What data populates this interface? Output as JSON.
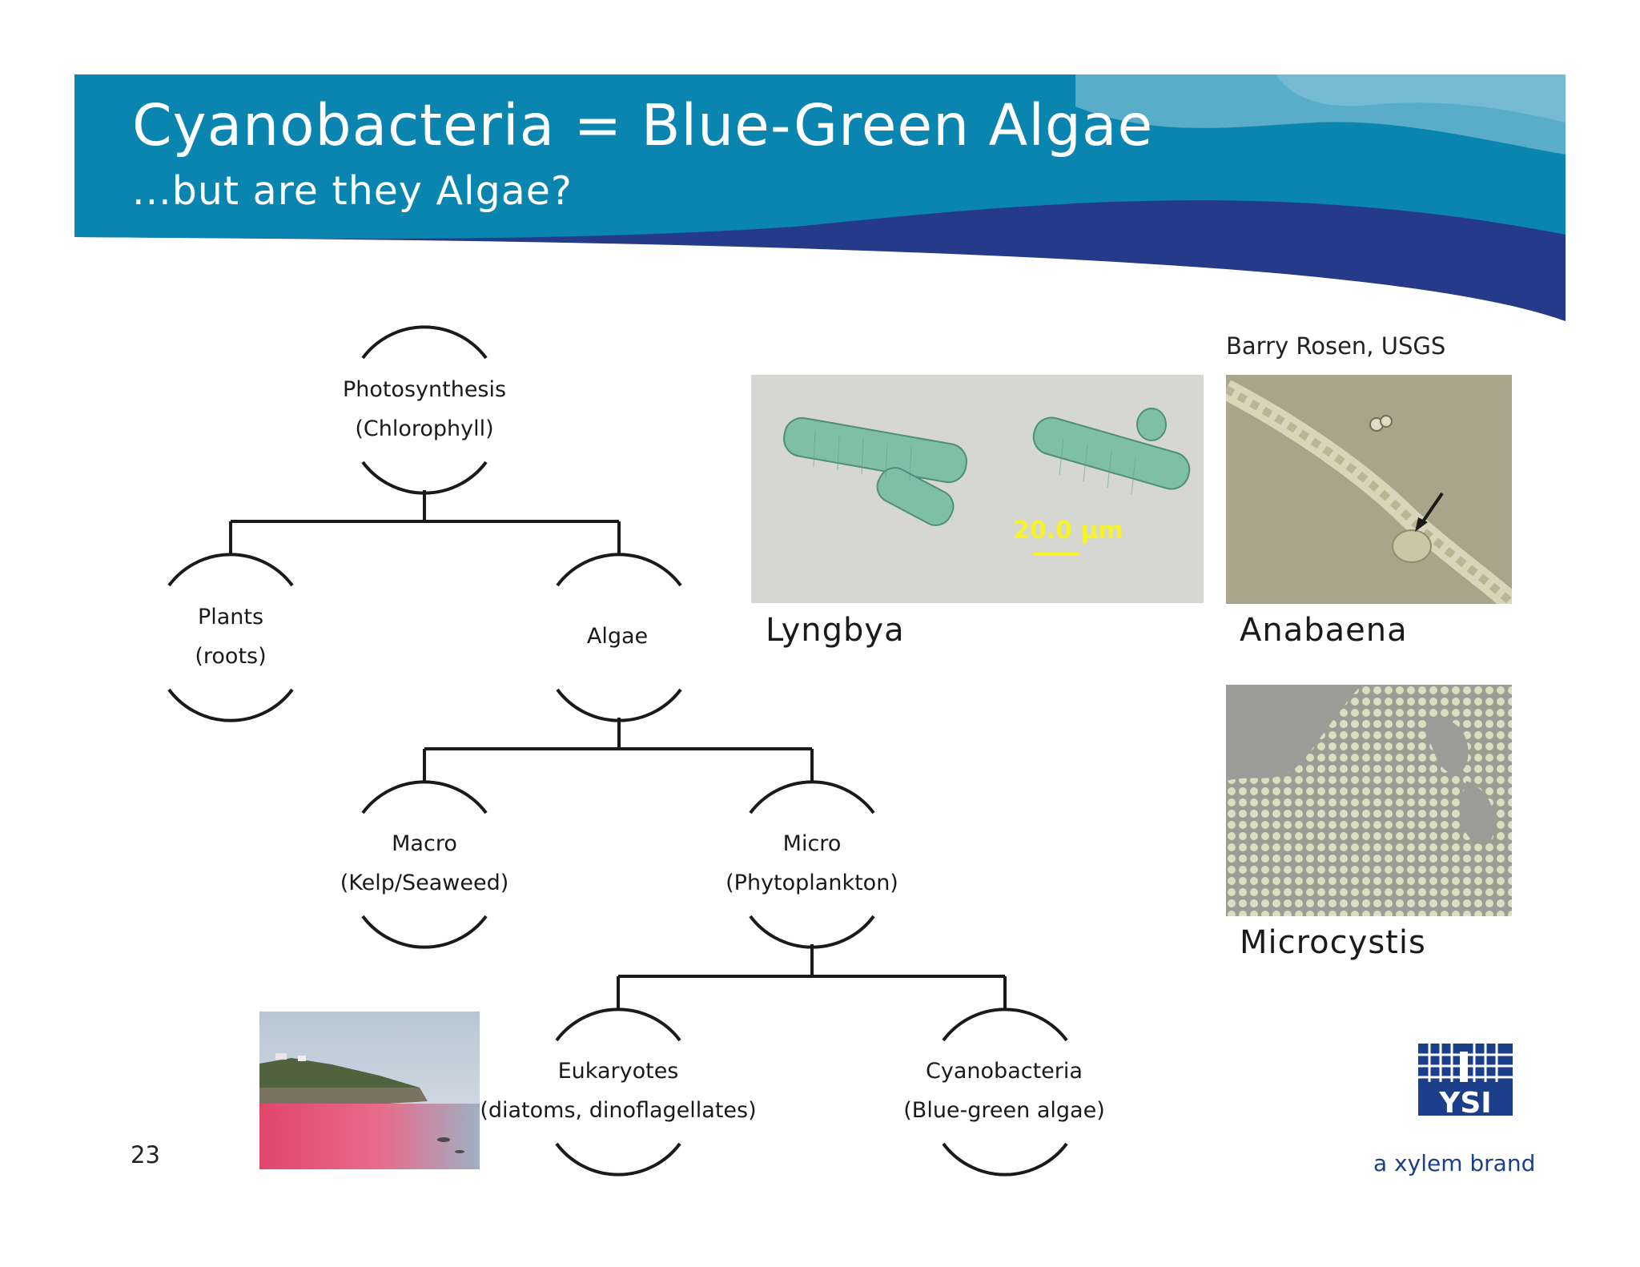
{
  "header": {
    "title": "Cyanobacteria = Blue-Green Algae",
    "subtitle": "...but are they Algae?"
  },
  "tree": {
    "root": {
      "line1": "Photosynthesis",
      "line2": "(Chlorophyll)"
    },
    "plants": {
      "line1": "Plants",
      "line2": "(roots)"
    },
    "algae": {
      "line1": "Algae"
    },
    "macro": {
      "line1": "Macro",
      "line2": "(Kelp/Seaweed)"
    },
    "micro": {
      "line1": "Micro",
      "line2": "(Phytoplankton)"
    },
    "eukaryotes": {
      "line1": "Eukaryotes",
      "line2": "(diatoms, dinoflagellates)"
    },
    "cyanobacteria": {
      "line1": "Cyanobacteria",
      "line2": "(Blue-green algae)"
    }
  },
  "photos": {
    "credit": "Barry Rosen, USGS",
    "lyngbya": {
      "caption": "Lyngbya",
      "scale_label": "20.0 µm"
    },
    "anabaena": {
      "caption": "Anabaena"
    },
    "microcystis": {
      "caption": "Microcystis"
    }
  },
  "footer": {
    "page_number": "23",
    "logo_text": "YSI",
    "logo_tagline": "a xylem brand"
  },
  "colors": {
    "banner_teal": "#0a85b0",
    "banner_light": "#62b1cc",
    "banner_navy": "#263a8a",
    "logo_blue": "#1c3f8c"
  }
}
